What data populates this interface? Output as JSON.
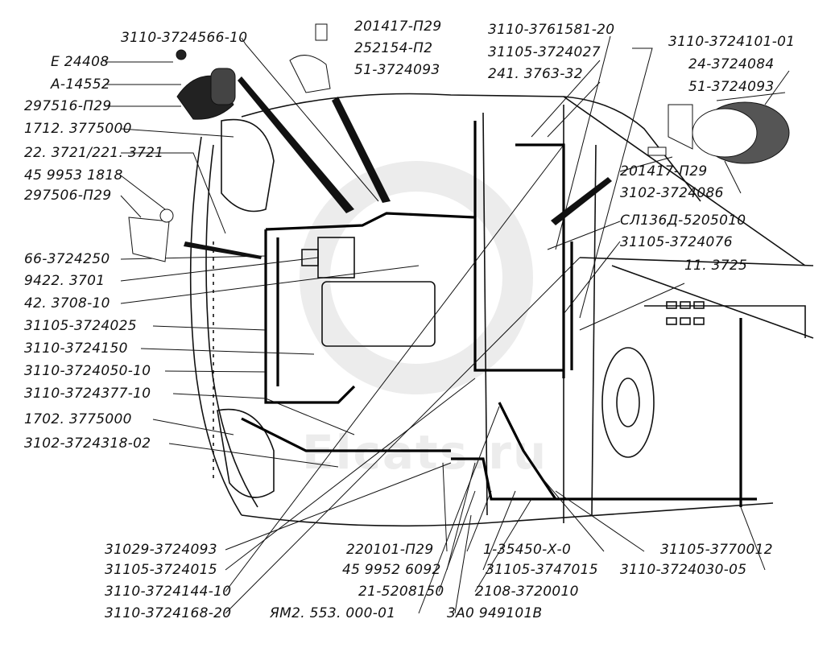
{
  "watermark_text": "Elcats.ru",
  "labels": {
    "l01": "3110-3724566-10",
    "l02": "201417-П29",
    "l03": "252154-П2",
    "l04": "51-3724093",
    "l05": "Е 24408",
    "l06": "А-14552",
    "l07": "297516-П29",
    "l08": "1712. 3775000",
    "l09": "22. 3721/221. 3721",
    "l10": "45 9953 1818",
    "l11": "297506-П29",
    "l12": "66-3724250",
    "l13": "9422. 3701",
    "l14": "42. 3708-10",
    "l15": "31105-3724025",
    "l16": "3110-3724150",
    "l17": "3110-3724050-10",
    "l18": "3110-3724377-10",
    "l19": "1702. 3775000",
    "l20": "3102-3724318-02",
    "l21": "3110-3761581-20",
    "l22": "31105-3724027",
    "l23": "241. 3763-32",
    "l24": "3110-3724101-01",
    "l25": "24-3724084",
    "l26": "51-3724093",
    "l27": "201417-П29",
    "l28": "3102-3724086",
    "l29": "СЛ136Д-5205010",
    "l30": "31105-3724076",
    "l31": "11. 3725",
    "l32": "31029-3724093",
    "l33": "31105-3724015",
    "l34": "3110-3724144-10",
    "l35": "3110-3724168-20",
    "l36": "220101-П29",
    "l37": "45 9952 6092",
    "l38": "21-5208150",
    "l39": "ЯМ2. 553. 000-01",
    "l40": "1-35450-Х-0",
    "l41": "31105-3747015",
    "l42": "2108-3720010",
    "l43": "3А0 949101В",
    "l44": "31105-3770012",
    "l45": "3110-3724030-05"
  }
}
